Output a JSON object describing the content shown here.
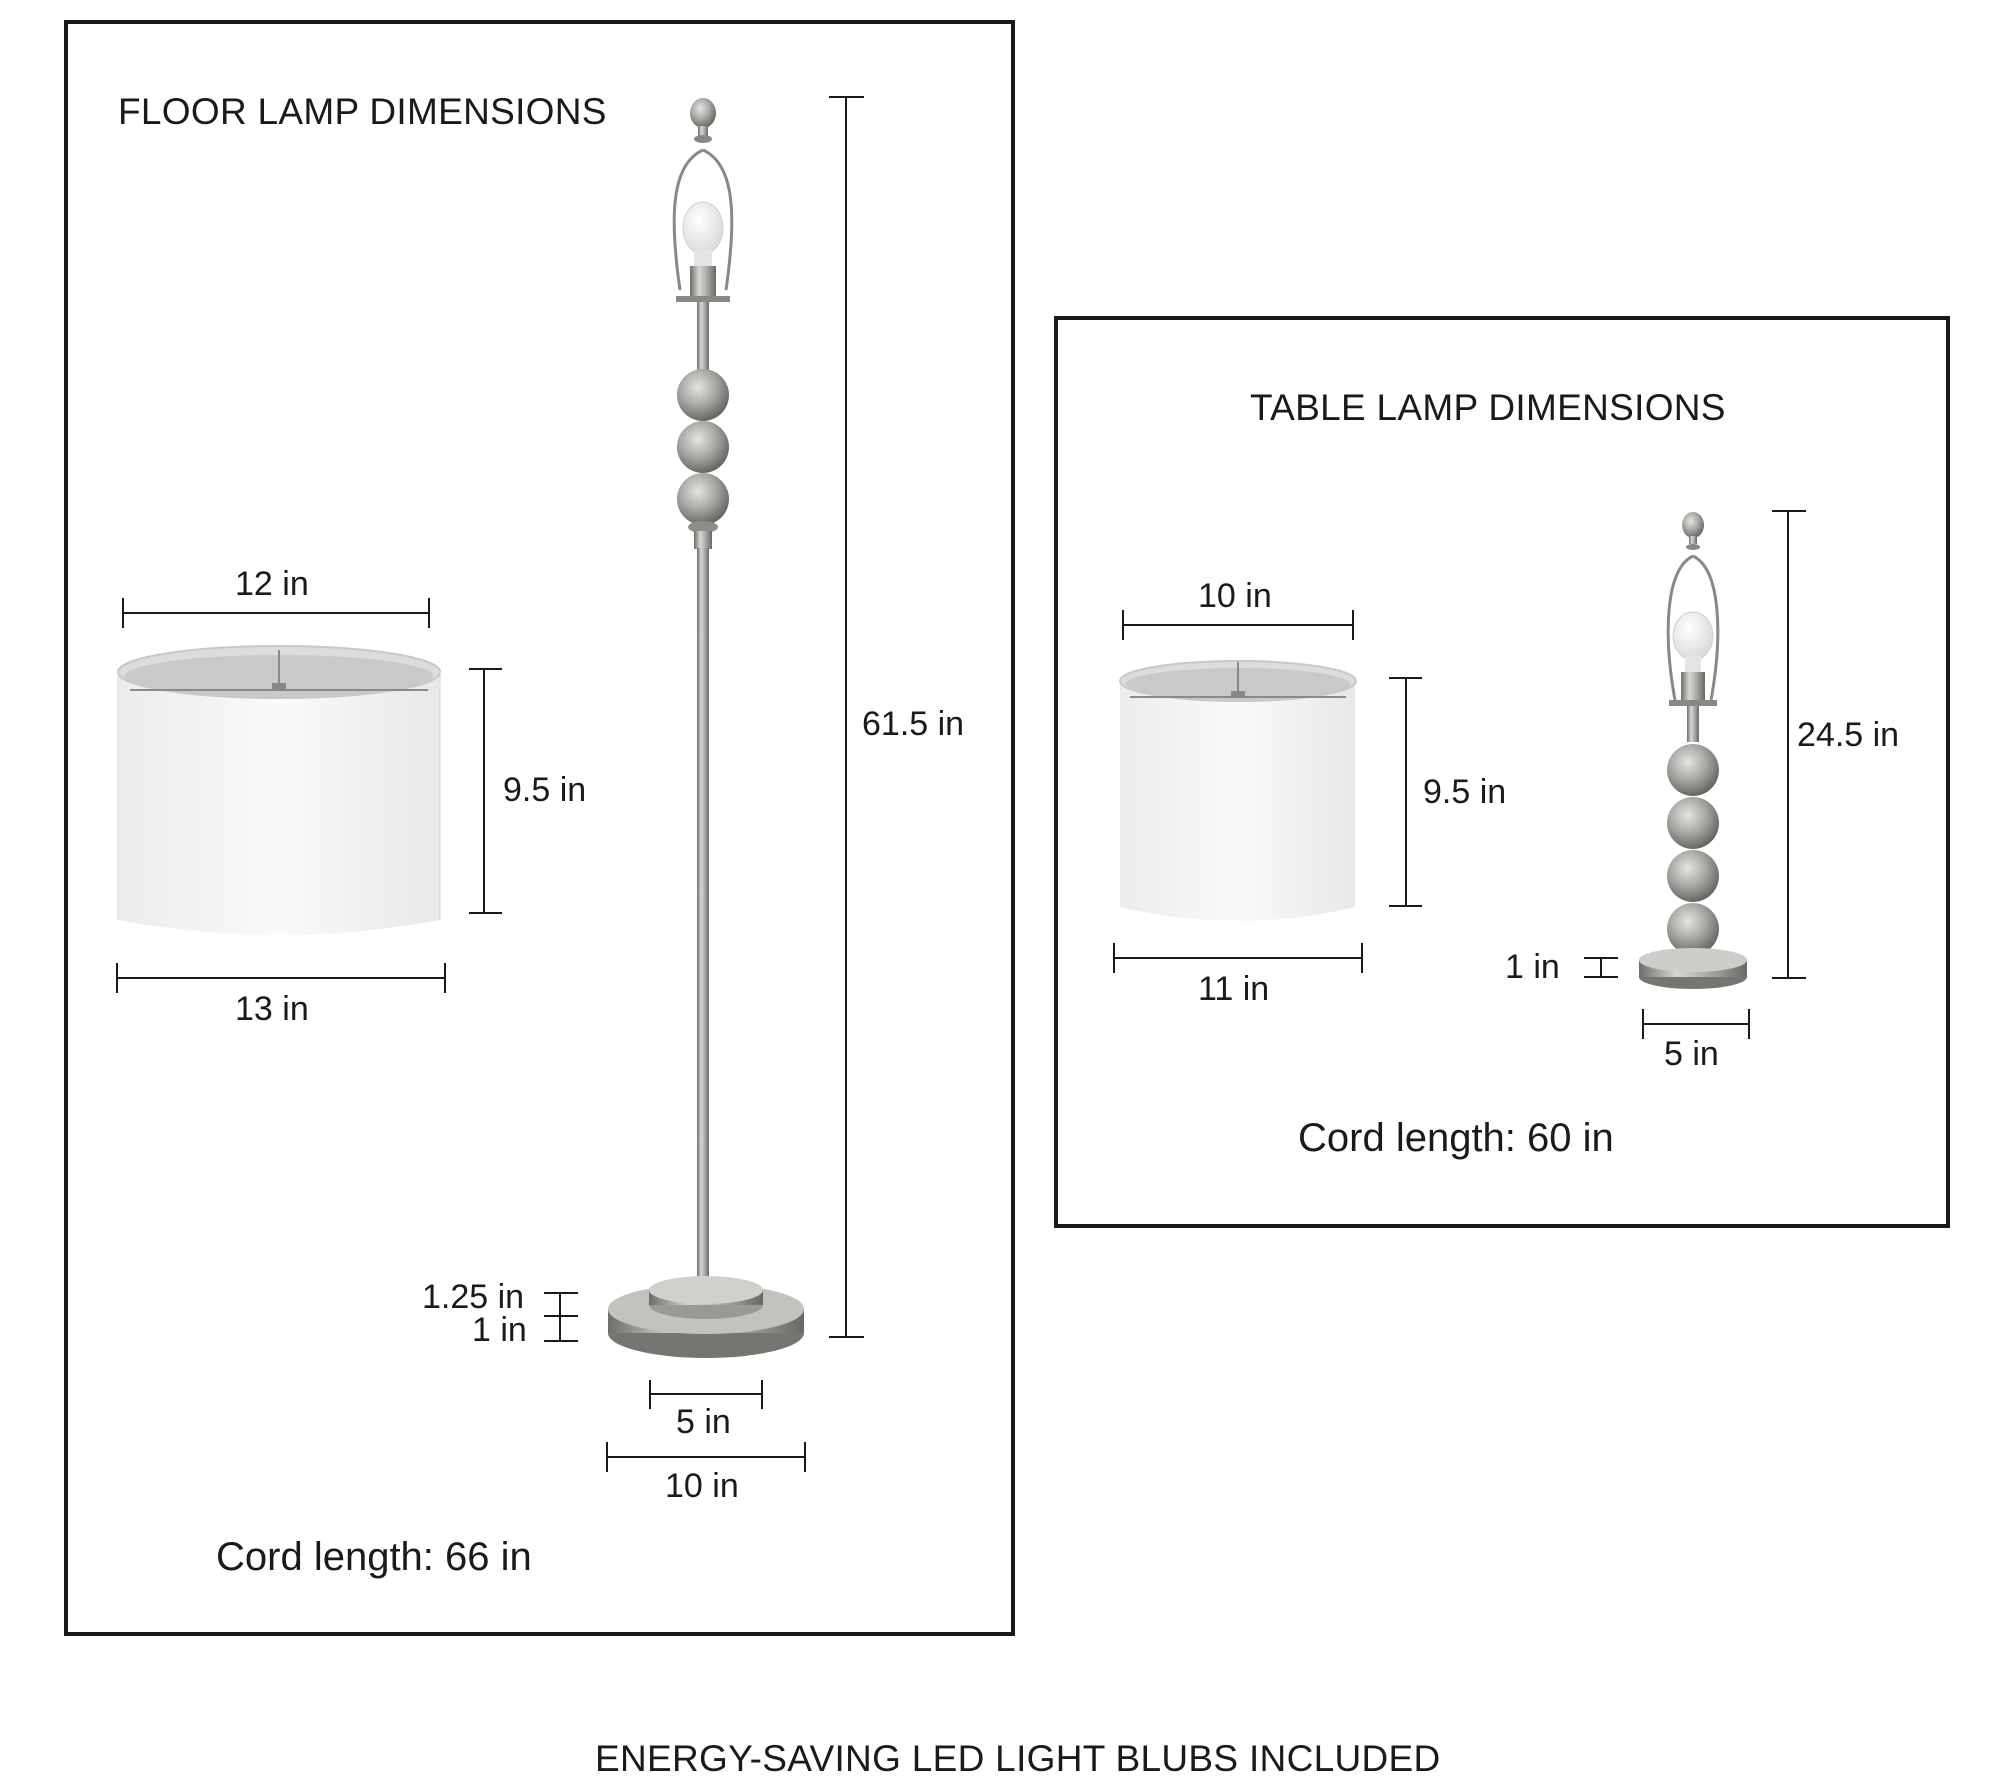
{
  "floor": {
    "title": "FLOOR LAMP DIMENSIONS",
    "shade_top": "12 in",
    "shade_height": "9.5 in",
    "shade_bottom": "13 in",
    "total_height": "61.5 in",
    "base_top_thickness": "1.25 in",
    "base_bottom_thickness": "1 in",
    "base_inner_width": "5 in",
    "base_outer_width": "10 in",
    "cord": "Cord length: 66 in"
  },
  "table": {
    "title": "TABLE LAMP DIMENSIONS",
    "shade_top": "10 in",
    "shade_height": "9.5 in",
    "shade_bottom": "11 in",
    "total_height": "24.5 in",
    "base_thickness": "1 in",
    "base_width": "5 in",
    "cord": "Cord length: 60 in"
  },
  "footer": "ENERGY-SAVING LED LIGHT BLUBS INCLUDED",
  "colors": {
    "metal": "#a8a6a2",
    "metal_dark": "#7d7b77",
    "shade": "#f6f6f6",
    "line": "#1a1a1a"
  }
}
